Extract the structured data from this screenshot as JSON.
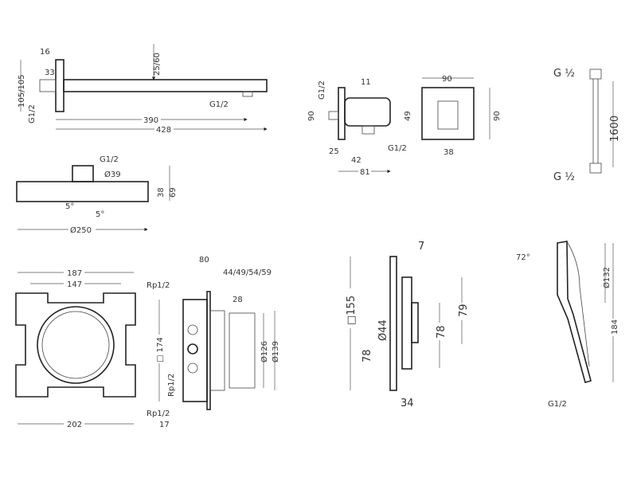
{
  "shower_arm": {
    "d16": "16",
    "d33": "33",
    "d25_60": "25/60",
    "d105": "105/105",
    "g_inlet": "G1/2",
    "g_outlet": "G1/2",
    "d390": "390",
    "d428": "428"
  },
  "shower_head": {
    "g": "G1/2",
    "dia39": "Ø39",
    "h38": "38",
    "h69": "69",
    "a1": "5°",
    "a2": "5°",
    "dia250": "Ø250"
  },
  "wall_outlet": {
    "g_side": "G1/2",
    "d11": "11",
    "d90": "90",
    "d49": "49",
    "d25": "25",
    "d42": "42",
    "g_out": "G1/2",
    "d81": "81",
    "front_w": "90",
    "front_h": "90",
    "front_38": "38"
  },
  "hose": {
    "g_top": "G ½",
    "length": "1600",
    "g_bottom": "G ½"
  },
  "mounting_plate": {
    "d187": "187",
    "d147": "147",
    "d202": "202"
  },
  "iron_body": {
    "d80": "80",
    "depth": "44/49/54/59",
    "rp_top": "Rp1/2",
    "d28": "28",
    "sq174": "□ 174",
    "rp_mid": "Rp1/2",
    "dia126": "Ø126",
    "dia139": "Ø139",
    "rp_bottom": "Rp1/2",
    "d17": "17"
  },
  "trim": {
    "d7": "7",
    "sq155": "□155",
    "dia44": "Ø44",
    "d78a": "78",
    "d79": "79",
    "d78b": "78",
    "d34": "34"
  },
  "hand_shower": {
    "angle": "72°",
    "dia132": "Ø132",
    "d184": "184",
    "g": "G1/2"
  }
}
